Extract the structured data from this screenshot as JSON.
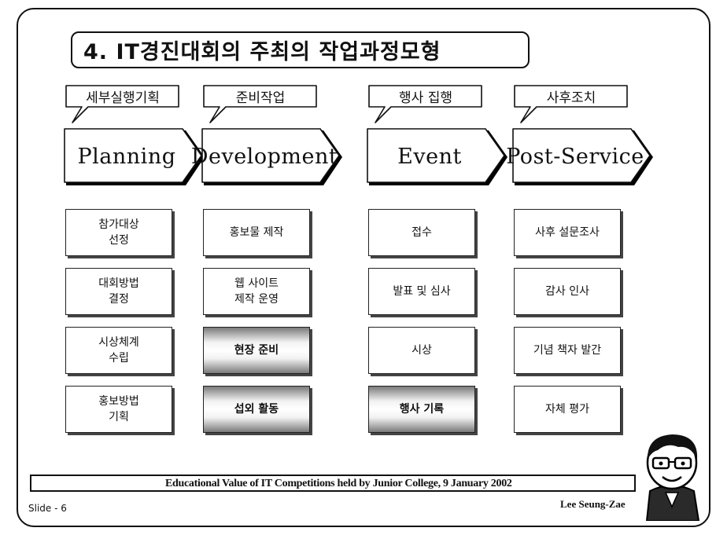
{
  "title": "4. IT경진대회의 주최의 작업과정모형",
  "stages": [
    {
      "label_ko": "세부실행기획",
      "label_en": "Planning",
      "tasks": [
        {
          "text": "참가대상\n선정",
          "dark": false
        },
        {
          "text": "대회방법\n결정",
          "dark": false
        },
        {
          "text": "시상체계\n수립",
          "dark": false
        },
        {
          "text": "홍보방법\n기획",
          "dark": false
        }
      ]
    },
    {
      "label_ko": "준비작업",
      "label_en": "Development",
      "tasks": [
        {
          "text": "홍보물 제작",
          "dark": false
        },
        {
          "text": "웹 사이트\n제작 운영",
          "dark": false
        },
        {
          "text": "현장 준비",
          "dark": true
        },
        {
          "text": "섭외 활동",
          "dark": true
        }
      ]
    },
    {
      "label_ko": "행사 집행",
      "label_en": "Event",
      "tasks": [
        {
          "text": "접수",
          "dark": false
        },
        {
          "text": "발표 및 심사",
          "dark": false
        },
        {
          "text": "시상",
          "dark": false
        },
        {
          "text": "행사 기록",
          "dark": true
        }
      ]
    },
    {
      "label_ko": "사후조치",
      "label_en": "Post-Service",
      "tasks": [
        {
          "text": "사후 설문조사",
          "dark": false
        },
        {
          "text": "감사 인사",
          "dark": false
        },
        {
          "text": "기념 책자 발간",
          "dark": false
        },
        {
          "text": "자체 평가",
          "dark": false
        }
      ]
    }
  ],
  "footer": {
    "banner": "Educational Value of IT Competitions held by Junior College, 9 January 2002",
    "slide": "Slide - 6",
    "author": "Lee Seung-Zae"
  }
}
